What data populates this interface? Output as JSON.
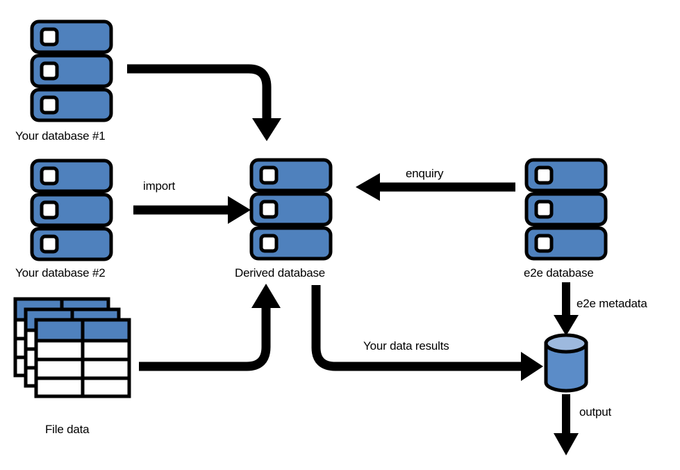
{
  "diagram": {
    "title": "Data flow: source databases and file data into derived database",
    "colors": {
      "server_blue": "#4F81BD",
      "server_bar_gray": "#A6A6A6",
      "sheet_header_blue": "#4F81BD",
      "cylinder_body": "#5B8CC8",
      "cylinder_top": "#9DB9DE",
      "outline": "#000000",
      "background": "#FFFFFF",
      "arrow": "#000000"
    },
    "nodes": [
      {
        "id": "your-database-1",
        "type": "server-stack",
        "label": "Your database #1"
      },
      {
        "id": "your-database-2",
        "type": "server-stack",
        "label": "Your database #2"
      },
      {
        "id": "derived-database",
        "type": "server-stack",
        "label": "Derived database"
      },
      {
        "id": "e2e-database",
        "type": "server-stack",
        "label": "e2e database"
      },
      {
        "id": "file-data",
        "type": "sheet-stack",
        "label": "File data"
      },
      {
        "id": "output-store",
        "type": "cylinder",
        "label": ""
      }
    ],
    "edges": [
      {
        "id": "db1-to-derived",
        "from": "your-database-1",
        "to": "derived-database",
        "label": ""
      },
      {
        "id": "db2-to-derived",
        "from": "your-database-2",
        "to": "derived-database",
        "label": "import"
      },
      {
        "id": "e2e-to-derived",
        "from": "e2e-database",
        "to": "derived-database",
        "label": "enquiry"
      },
      {
        "id": "filedata-to-derived",
        "from": "file-data",
        "to": "derived-database",
        "label": ""
      },
      {
        "id": "derived-to-store",
        "from": "derived-database",
        "to": "output-store",
        "label": "Your data results"
      },
      {
        "id": "e2e-to-store",
        "from": "e2e-database",
        "to": "output-store",
        "label": "e2e metadata"
      },
      {
        "id": "store-to-output",
        "from": "output-store",
        "to": "",
        "label": "output"
      }
    ],
    "labels": {
      "your_database_1": "Your database #1",
      "your_database_2": "Your database #2",
      "derived_database": "Derived database",
      "e2e_database": "e2e database",
      "file_data": "File data",
      "import": "import",
      "enquiry": "enquiry",
      "your_data_results": "Your data results",
      "e2e_metadata": "e2e metadata",
      "output": "output"
    }
  }
}
